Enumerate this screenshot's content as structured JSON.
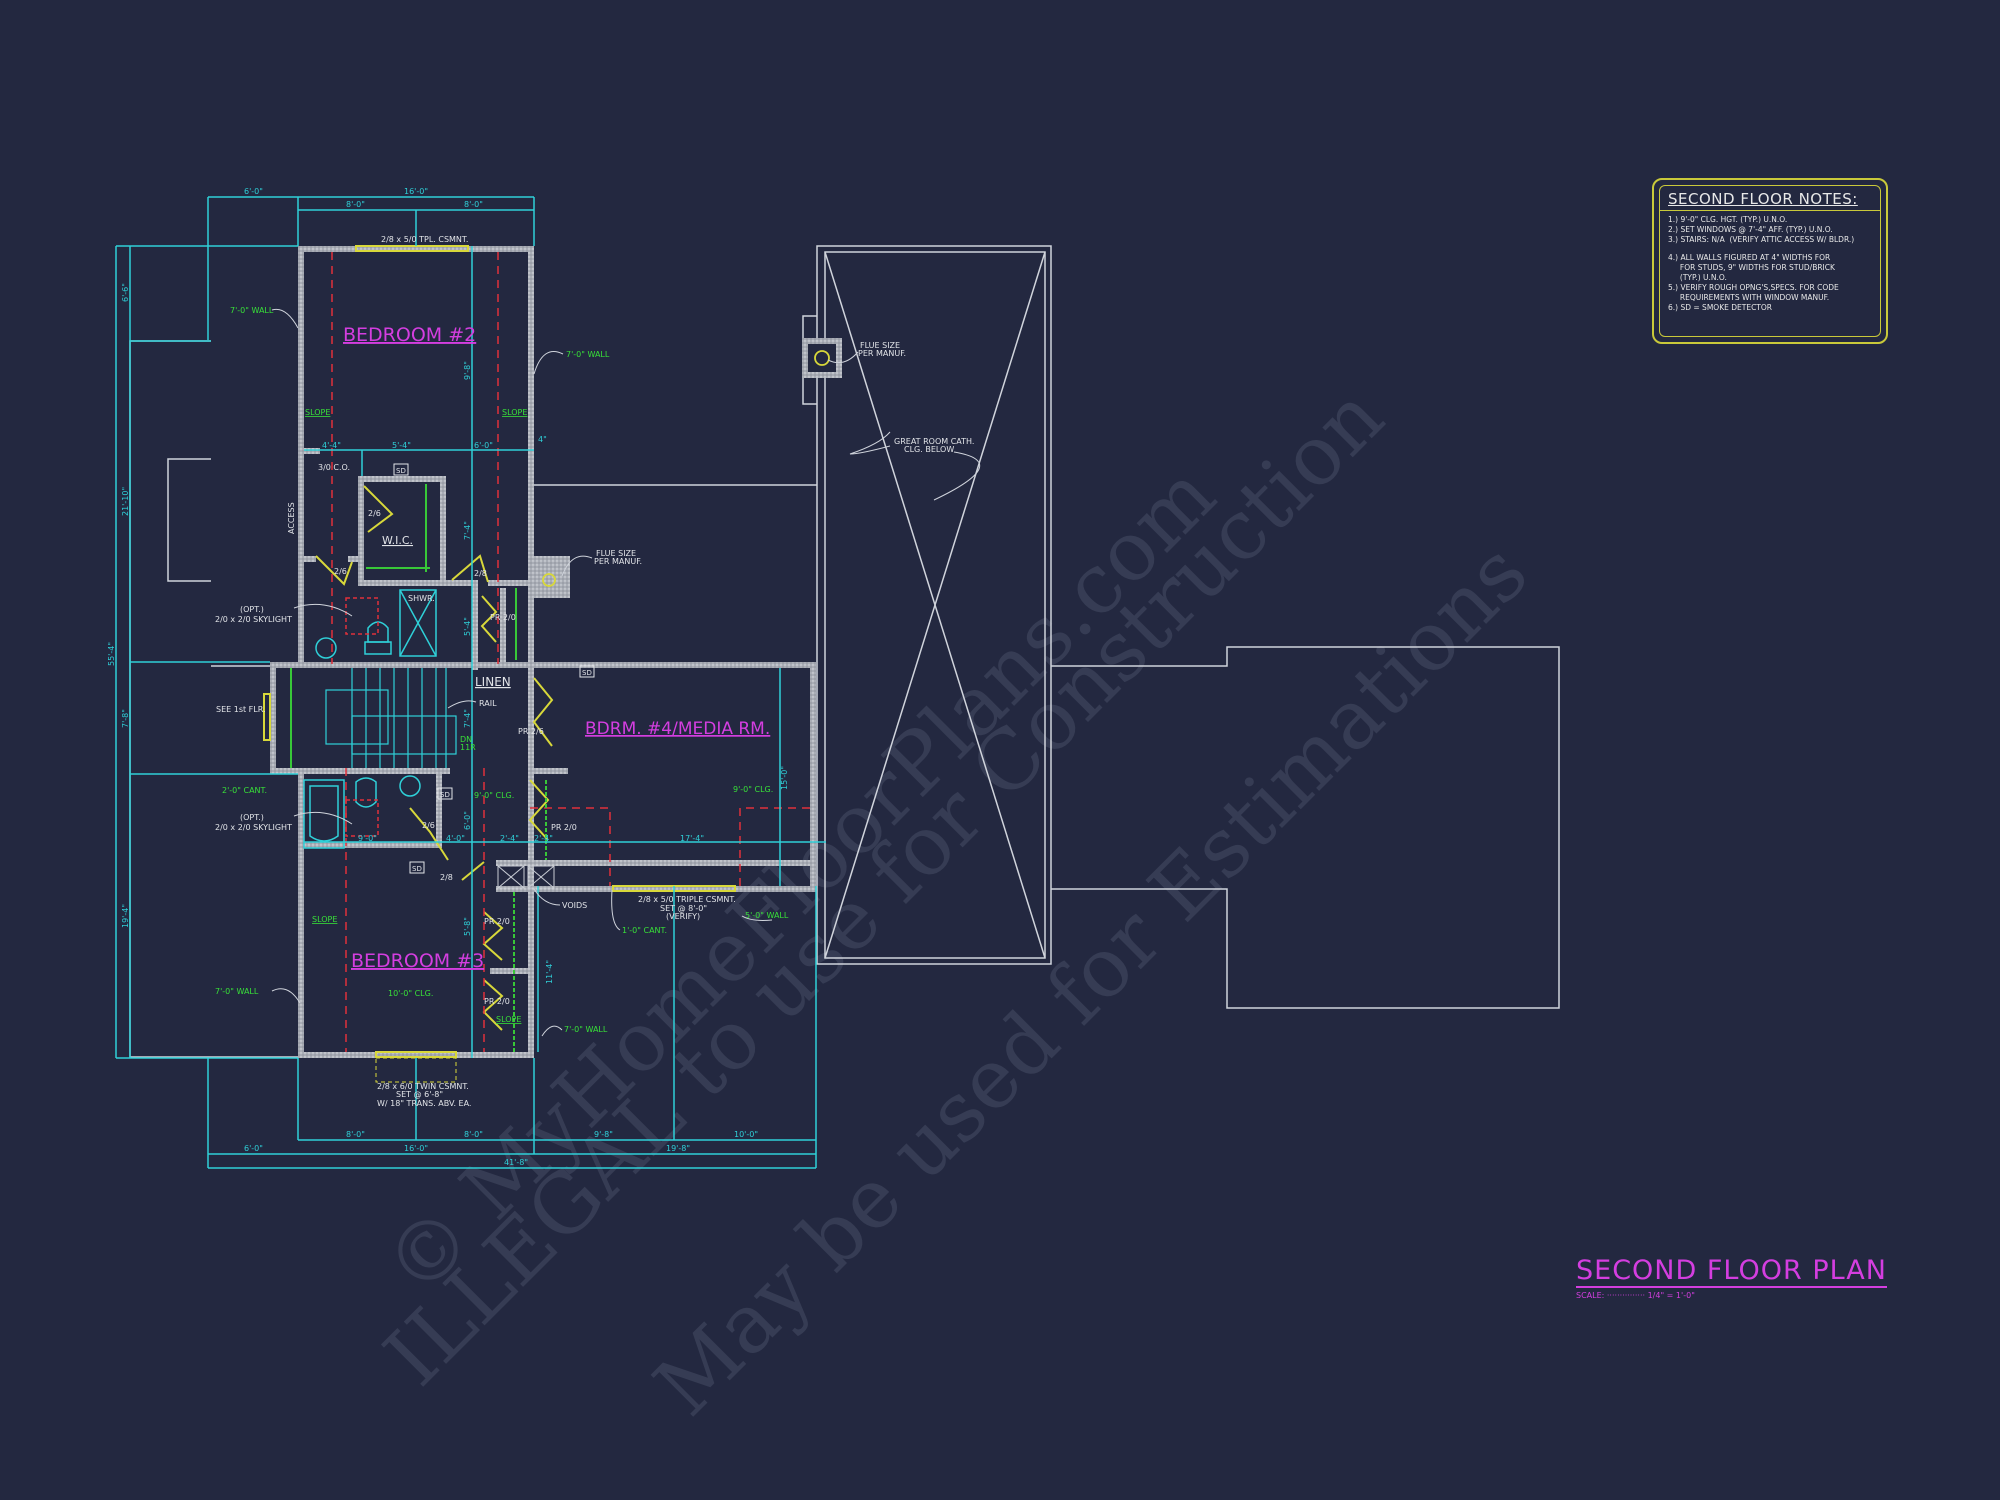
{
  "drawing": {
    "title": "SECOND FLOOR PLAN",
    "scale_label": "SCALE:",
    "scale_value": "1/4\" = 1'-0\"",
    "background": "#232840",
    "colors": {
      "wall": "#b8bcc4",
      "dimension": "#2fd0d8",
      "room_label": "#d43ee0",
      "note_green": "#38e038",
      "window_yellow": "#d8d83a",
      "ceiling_red": "#e0303a",
      "outline_white": "#d0d4dc"
    }
  },
  "notes": {
    "title": "SECOND FLOOR NOTES:",
    "items": [
      "1.) 9'-0\" CLG. HGT. (TYP.) U.N.O.",
      "2.) SET WINDOWS @ 7'-4\" AFF. (TYP.) U.N.O.",
      "3.) STAIRS: N/A  (VERIFY ATTIC ACCESS W/ BLDR.)",
      "4.) ALL WALLS FIGURED AT 4\" WIDTHS FOR\n     FOR STUDS, 9\" WIDTHS FOR STUD/BRICK\n     (TYP.) U.N.O.",
      "5.) VERIFY ROUGH OPNG'S,SPECS. FOR CODE\n     REQUIREMENTS WITH WINDOW MANUF.",
      "6.) SD = SMOKE DETECTOR"
    ]
  },
  "rooms": {
    "bedroom2": "BEDROOM #2",
    "bedroom3": "BEDROOM #3",
    "bedroom4": "BDRM. #4/MEDIA RM.",
    "wic": "W.I.C.",
    "linen": "LINEN",
    "shower": "SHWR."
  },
  "labels": {
    "window_top": "2/8 x 5/0 TPL. CSMNT.",
    "window_bdrm4_1": "2/8 x 5/0 TRIPLE CSMNT.",
    "window_bdrm4_2": "SET @ 8'-0\"",
    "window_bdrm4_3": "(VERIFY)",
    "window_bdrm3_1": "2/8 x 6/0 TWIN CSMNT.",
    "window_bdrm3_2": "SET @ 6'-8\"",
    "window_bdrm3_3": "W/ 18\" TRANS. ABV. EA.",
    "wall7_a": "7'-0\" WALL",
    "wall7_b": "7'-0\" WALL",
    "wall7_c": "7'-0\" WALL",
    "wall7_d": "7'-0\" WALL",
    "wall5": "5'-0\" WALL",
    "slope": "SLOPE",
    "co": "3/0 C.O.",
    "access": "ACCESS",
    "skylight_opt": "(OPT.)",
    "skylight": "2/0 x 2/0 SKYLIGHT",
    "flue1": "FLUE SIZE",
    "flue2": "PER MANUF.",
    "great_room1": "GREAT ROOM CATH.",
    "great_room2": "CLG. BELOW",
    "see_1st": "SEE 1st FLR.",
    "rail": "RAIL",
    "dn": "DN",
    "dn_num": "11R",
    "cant2": "2'-0\" CANT.",
    "cant1": "1'-0\" CANT.",
    "clg9a": "9'-0\" CLG.",
    "clg9b": "9'-0\" CLG.",
    "clg10": "10'-0\" CLG.",
    "voids": "VOIDS",
    "sd": "SD",
    "door_26": "2/6",
    "door_28": "2/8",
    "pr20": "PR 2/0",
    "pr26": "PR 2/6"
  },
  "dimensions": {
    "top_6": "6'-0\"",
    "top_16": "16'-0\"",
    "top_8a": "8'-0\"",
    "top_8b": "8'-0\"",
    "left_66": "6'-6\"",
    "left_2110": "21'-10\"",
    "left_78": "7'-8\"",
    "left_194": "19'-4\"",
    "left_total": "55'-4\"",
    "bot_8a": "8'-0\"",
    "bot_8b": "8'-0\"",
    "bot_98": "9'-8\"",
    "bot_100": "10'-0\"",
    "bot_6": "6'-0\"",
    "bot_16": "16'-0\"",
    "bot_198": "19'-8\"",
    "bot_total": "41'-8\"",
    "inner_44": "4'-4\"",
    "inner_54": "5'-4\"",
    "inner_60": "6'-0\"",
    "inner_4": "4\"",
    "inner_98v": "9'-8\"",
    "inner_74": "7'-4\"",
    "inner_54v": "5'-4\"",
    "inner_74b": "7'-4\"",
    "inner_90": "9'-0\"",
    "inner_40": "4'-0\"",
    "inner_24a": "2'-4\"",
    "inner_24b": "2'-4\"",
    "inner_174": "17'-4\"",
    "inner_150": "15'-0\"",
    "inner_60v": "6'-0\"",
    "inner_58": "5'-8\"",
    "inner_114": "11'-4\""
  },
  "watermark": {
    "line1": "© MyHomeFloorPlans.com",
    "line2": "ILLEGAL to use for Construction",
    "line3": "May be used for Estimations"
  }
}
